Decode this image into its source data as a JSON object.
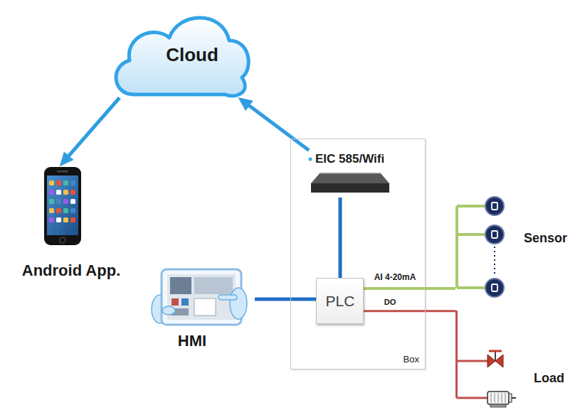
{
  "diagram": {
    "nodes": [
      {
        "text": [
          "Cloud"
        ]
      },
      {
        "text": [
          "Box"
        ]
      },
      {
        "text": [
          "EIC 585/Wifi"
        ],
        "in": 1
      },
      {
        "text": [
          "PLC"
        ],
        "in": 1
      },
      {
        "text": [
          "Android App."
        ]
      },
      {
        "text": [
          "Sensor"
        ]
      },
      {
        "text": [
          "HMI"
        ]
      },
      {
        "text": [
          "Load"
        ]
      }
    ],
    "edges": [
      {
        "from": 0,
        "to": 4,
        "arrow": "to"
      },
      {
        "from": 2,
        "to": 0,
        "arrow": "to"
      },
      {
        "from": 2,
        "to": 3,
        "arrow": "none"
      },
      {
        "from": 6,
        "to": 3,
        "arrow": "none"
      },
      {
        "from": 3,
        "to": 5,
        "label": "AI 4-20mA",
        "arrow": "none"
      },
      {
        "from": 3,
        "to": 7,
        "label": "DO",
        "arrow": "none"
      }
    ]
  }
}
